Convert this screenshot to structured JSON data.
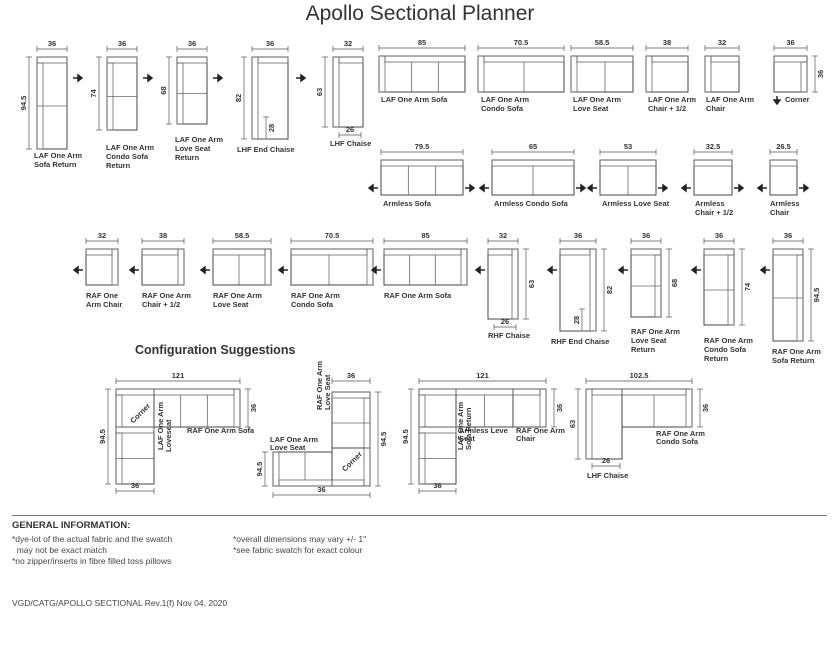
{
  "title": "Apollo Sectional Planner",
  "pieces": [
    {
      "key": "laf_sofa_return",
      "lines": [
        "LAF One Arm",
        "Sofa Return"
      ],
      "width": "36",
      "depth": "94.5"
    },
    {
      "key": "laf_condo_return",
      "lines": [
        "LAF One Arm",
        "Condo Sofa",
        "Return"
      ],
      "width": "36",
      "depth": "74"
    },
    {
      "key": "laf_love_return",
      "lines": [
        "LAF One Arm",
        "Love Seat",
        "Return"
      ],
      "width": "36",
      "depth": "68"
    },
    {
      "key": "lhf_end_chaise",
      "lines": [
        "LHF End Chaise"
      ],
      "width": "36",
      "depth": "82",
      "inner": "28"
    },
    {
      "key": "lhf_chaise",
      "lines": [
        "LHF Chaise"
      ],
      "width": "32",
      "depth": "63",
      "inner": "26"
    },
    {
      "key": "laf_sofa",
      "lines": [
        "LAF One Arm Sofa"
      ],
      "width": "85"
    },
    {
      "key": "laf_condo",
      "lines": [
        "LAF One Arm",
        "Condo Sofa"
      ],
      "width": "70.5"
    },
    {
      "key": "laf_love",
      "lines": [
        "LAF One Arm",
        "Love Seat"
      ],
      "width": "58.5"
    },
    {
      "key": "laf_chair_half",
      "lines": [
        "LAF One Arm",
        "Chair + 1/2"
      ],
      "width": "38"
    },
    {
      "key": "laf_chair",
      "lines": [
        "LAF One Arm",
        "Chair"
      ],
      "width": "32"
    },
    {
      "key": "corner",
      "lines": [
        "Corner"
      ],
      "width": "36",
      "depth": "36"
    },
    {
      "key": "armless_sofa",
      "lines": [
        "Armless Sofa"
      ],
      "width": "79.5"
    },
    {
      "key": "armless_condo",
      "lines": [
        "Armless Condo Sofa"
      ],
      "width": "65"
    },
    {
      "key": "armless_love",
      "lines": [
        "Armless Love Seat"
      ],
      "width": "53"
    },
    {
      "key": "armless_chair_half",
      "lines": [
        "Armless",
        "Chair + 1/2"
      ],
      "width": "32.5"
    },
    {
      "key": "armless_chair",
      "lines": [
        "Armless",
        "Chair"
      ],
      "width": "26.5"
    },
    {
      "key": "raf_chair",
      "lines": [
        "RAF One",
        "Arm Chair"
      ],
      "width": "32"
    },
    {
      "key": "raf_chair_half",
      "lines": [
        "RAF One Arm",
        "Chair + 1/2"
      ],
      "width": "38"
    },
    {
      "key": "raf_love",
      "lines": [
        "RAF One Arm",
        "Love Seat"
      ],
      "width": "58.5"
    },
    {
      "key": "raf_condo",
      "lines": [
        "RAF One Arm",
        "Condo Sofa"
      ],
      "width": "70.5"
    },
    {
      "key": "raf_sofa",
      "lines": [
        "RAF One Arm Sofa"
      ],
      "width": "85"
    },
    {
      "key": "rhf_chaise",
      "lines": [
        "RHF Chaise"
      ],
      "width": "32",
      "depth": "63",
      "inner": "26"
    },
    {
      "key": "rhf_end_chaise",
      "lines": [
        "RHF End Chaise"
      ],
      "width": "36",
      "depth": "82",
      "inner": "28"
    },
    {
      "key": "raf_love_return",
      "lines": [
        "RAF One Arm",
        "Love Seat",
        "Return"
      ],
      "width": "36",
      "depth": "68"
    },
    {
      "key": "raf_condo_return",
      "lines": [
        "RAF One Arm",
        "Condo Sofa",
        "Return"
      ],
      "width": "36",
      "depth": "74"
    },
    {
      "key": "raf_sofa_return",
      "lines": [
        "RAF One Arm",
        "Sofa Return"
      ],
      "width": "36",
      "depth": "94.5"
    }
  ],
  "configurations": {
    "heading": "Configuration Suggestions",
    "configs": [
      {
        "labels": [
          "Corner",
          "RAF One Arm Sofa",
          "LAF One Arm",
          "Loveseat"
        ],
        "dims": [
          "121",
          "36",
          "94.5",
          "36"
        ]
      },
      {
        "labels": [
          "LAF One Arm",
          "Love Seat",
          "RAF One Arm",
          "Love Seat",
          "Corner"
        ],
        "dims": [
          "36",
          "94.5",
          "36",
          "94.5"
        ]
      },
      {
        "labels": [
          "Armless Leve",
          "Seat",
          "RAF One Arm",
          "Chair",
          "LAF One Arm",
          "Sofa Return"
        ],
        "dims": [
          "121",
          "36",
          "94.5",
          "36"
        ]
      },
      {
        "labels": [
          "LHF Chaise",
          "RAF One Arm",
          "Condo Sofa"
        ],
        "dims": [
          "102.5",
          "36",
          "63",
          "26"
        ]
      }
    ]
  },
  "general_info": {
    "heading": "GENERAL INFORMATION:",
    "left_notes": [
      "*dye-lot of the actual fabric and the swatch",
      "  may not be exact match",
      "*no zipper/inserts in fibre filled toss pillows"
    ],
    "right_notes": [
      "*overall dimensions may vary +/- 1\"",
      "*see fabric swatch for exact colour"
    ]
  },
  "reference": "VGD/CATG/APOLLO SECTIONAL Rev.1(f) Nov 04, 2020"
}
